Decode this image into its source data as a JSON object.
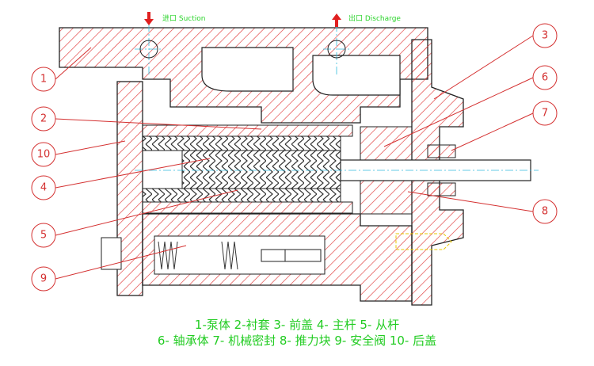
{
  "ports": {
    "suction": "进口 Suction",
    "discharge": "出口 Discharge"
  },
  "callouts": [
    "1",
    "2",
    "3",
    "4",
    "5",
    "6",
    "7",
    "8",
    "9",
    "10"
  ],
  "legend": {
    "line1": "1-泵体  2-衬套  3- 前盖  4- 主杆  5- 从杆",
    "line2": "6- 轴承体  7- 机械密封  8- 推力块  9- 安全阀  10- 后盖"
  },
  "colors": {
    "hatch": "#e03a3a",
    "outline": "#222222",
    "text": "#22cc22",
    "centerline": "#33bbdd",
    "arrow": "#e02020"
  }
}
